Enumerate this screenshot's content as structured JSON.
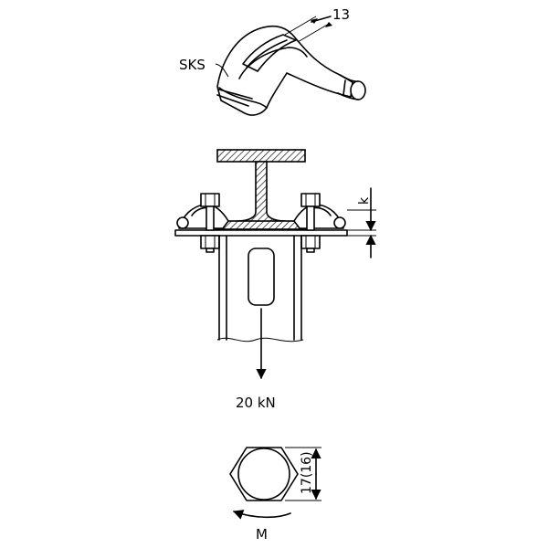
{
  "labels": {
    "clamp_name": "SKS",
    "width_dim": "13",
    "k_dim": "k",
    "load": "20 kN",
    "hex_dim": "17(16)",
    "moment": "M"
  }
}
